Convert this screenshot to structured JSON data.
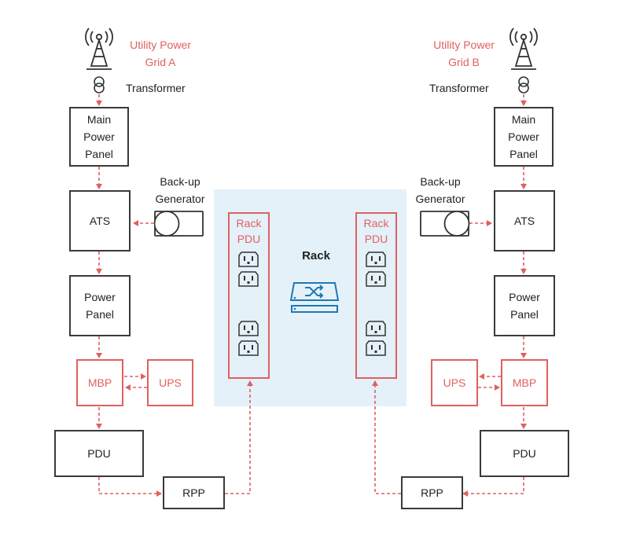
{
  "left": {
    "utility_label": "Utility Power\nGrid A",
    "transformer_label": "Transformer",
    "main_panel": "Main\nPower\nPanel",
    "ats": "ATS",
    "generator_label": "Back-up\nGenerator",
    "power_panel": "Power\nPanel",
    "mbp": "MBP",
    "ups": "UPS",
    "pdu": "PDU",
    "rpp": "RPP"
  },
  "right": {
    "utility_label": "Utility Power\nGrid B",
    "transformer_label": "Transformer",
    "main_panel": "Main\nPower\nPanel",
    "ats": "ATS",
    "generator_label": "Back-up\nGenerator",
    "power_panel": "Power\nPanel",
    "mbp": "MBP",
    "ups": "UPS",
    "pdu": "PDU",
    "rpp": "RPP"
  },
  "rack": {
    "title": "Rack",
    "left_pdu_label": "Rack\nPDU",
    "right_pdu_label": "Rack\nPDU"
  },
  "colors": {
    "accent_red": "#e06060",
    "box_border": "#3a3a3a",
    "rack_bg": "#e4f1f9",
    "server_blue": "#1f78b4"
  },
  "icons": [
    "transmission-tower-icon",
    "transformer-icon",
    "generator-icon",
    "power-outlet-icon",
    "server-switch-icon"
  ]
}
